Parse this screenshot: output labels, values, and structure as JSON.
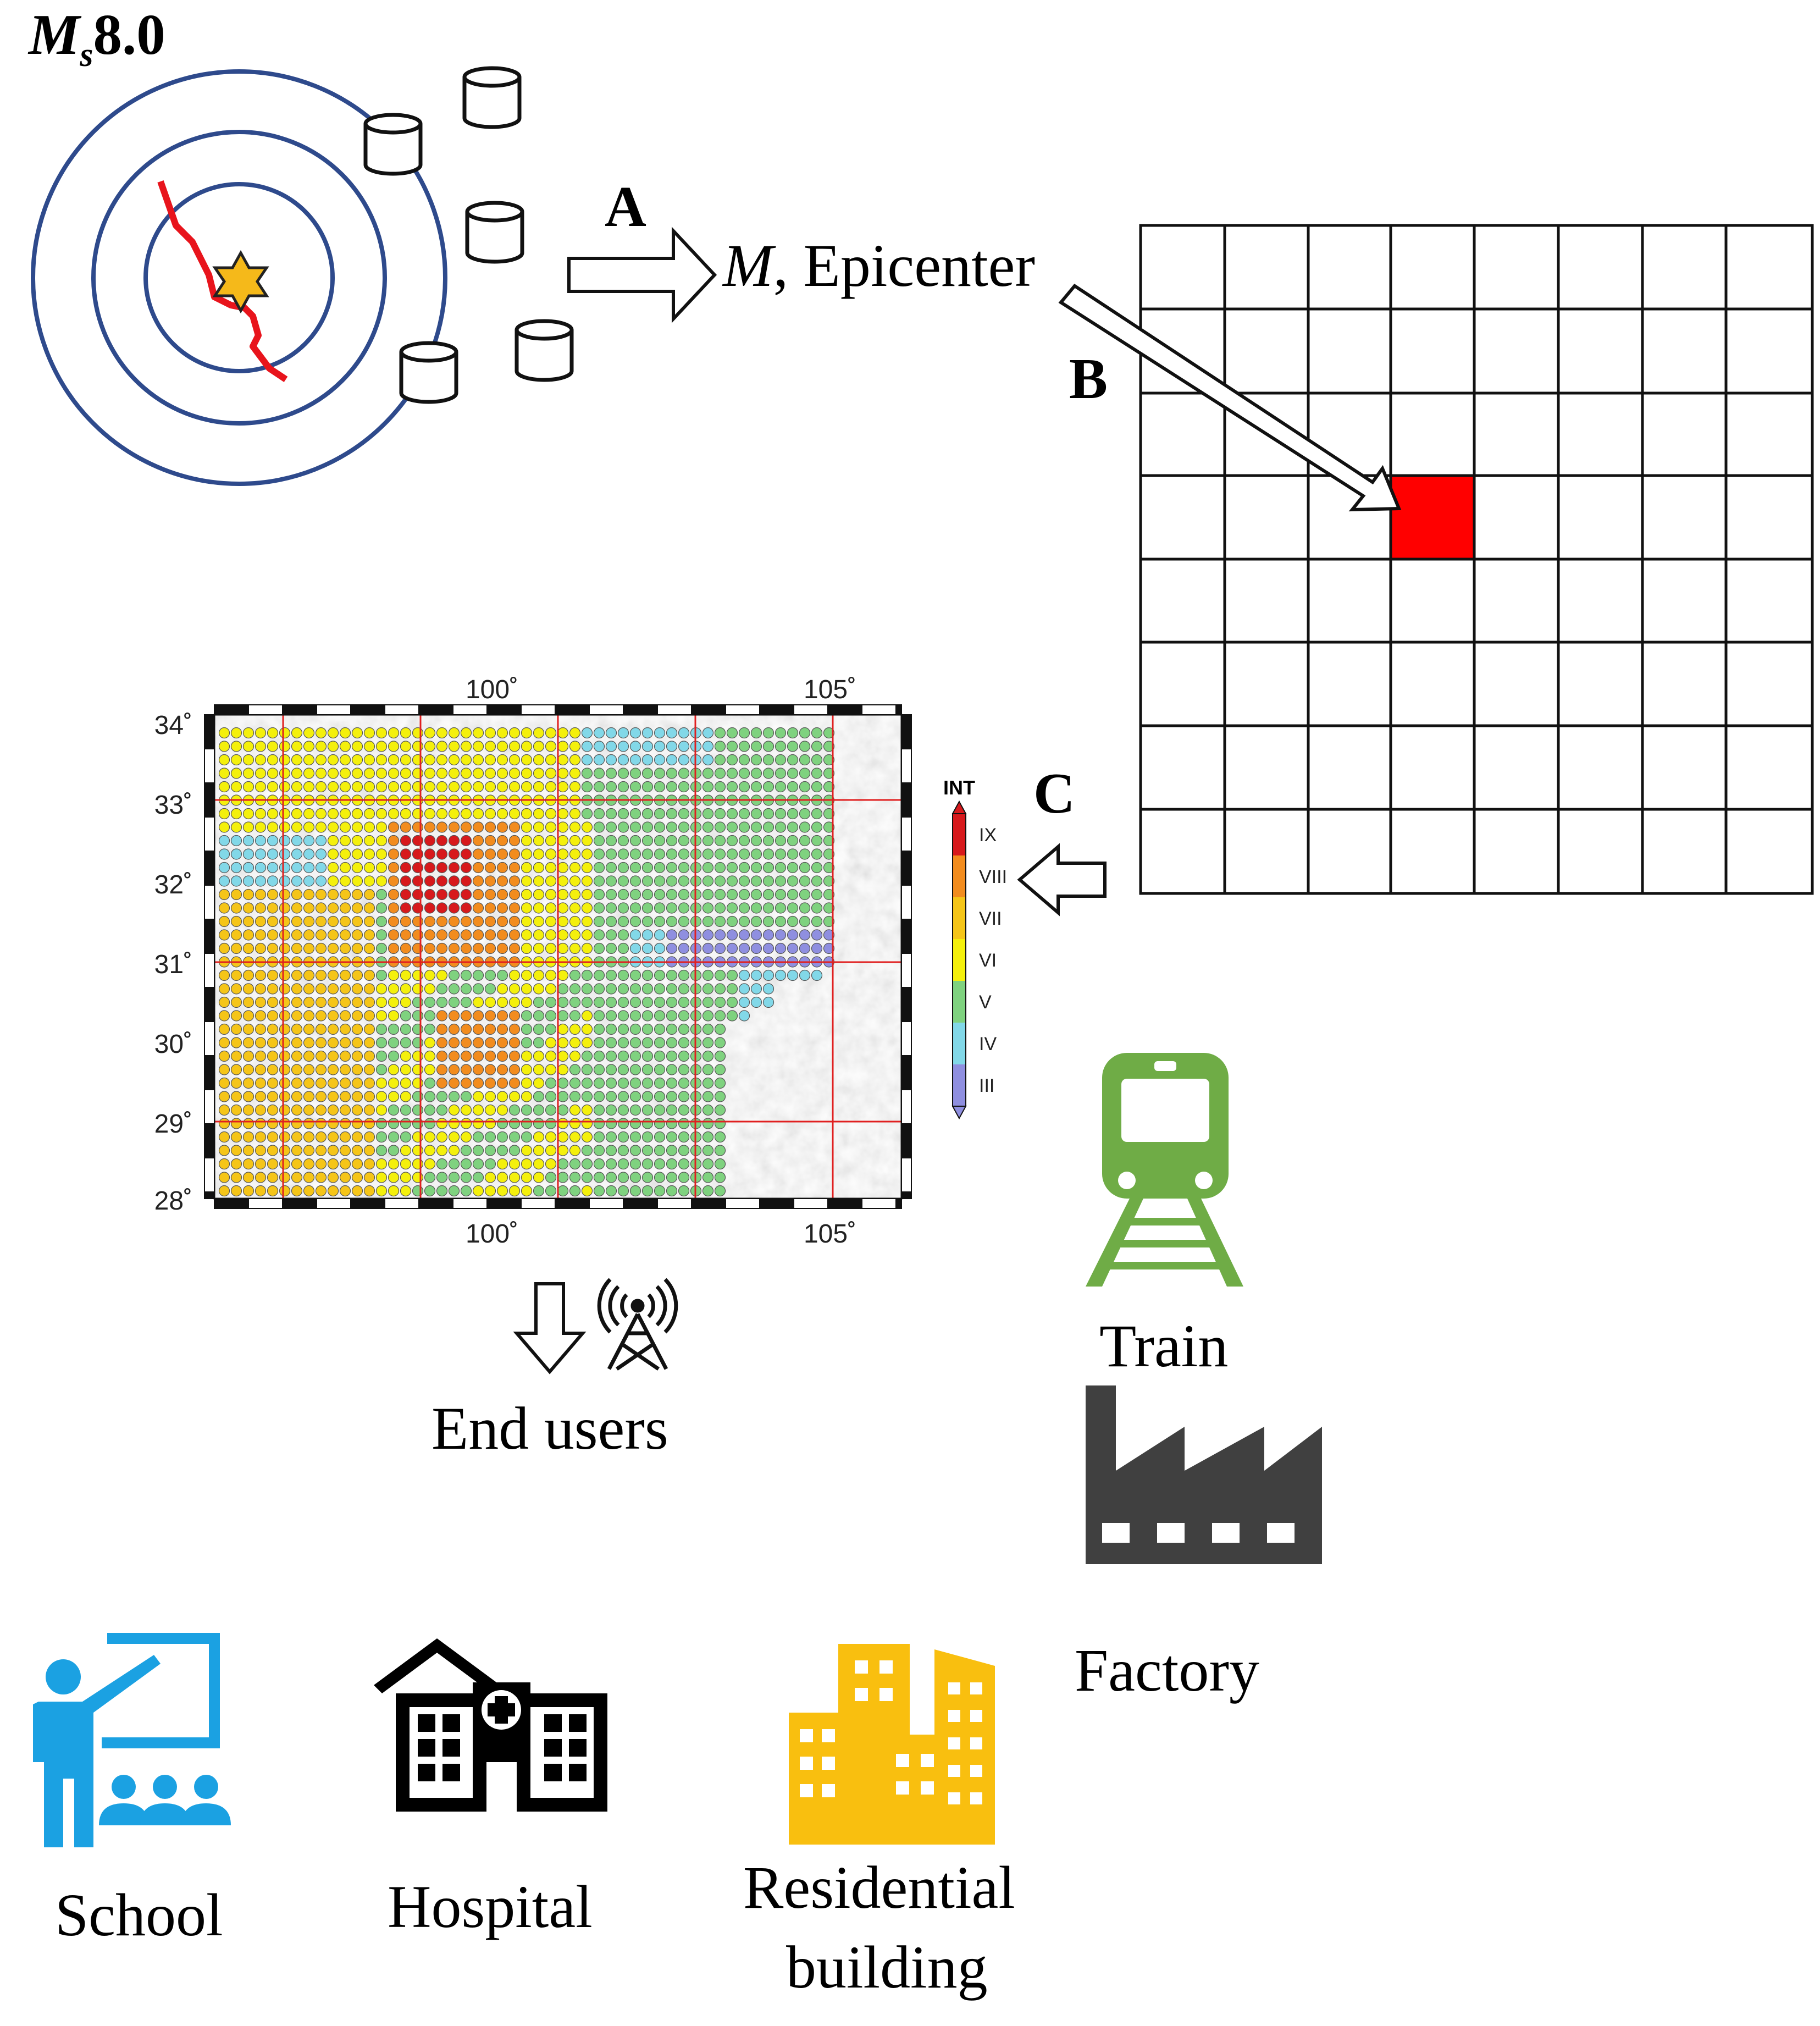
{
  "magnitude": {
    "symbol": "M",
    "subscript": "s",
    "value": "8.0"
  },
  "step_labels": {
    "a": "A",
    "b": "B",
    "c": "C"
  },
  "output_label": {
    "symbol": "M",
    "rest": ", Epicenter"
  },
  "map": {
    "x_ticks": [
      "100˚",
      "105˚"
    ],
    "y_ticks": [
      "34˚",
      "33˚",
      "32˚",
      "31˚",
      "30˚",
      "29˚",
      "28˚"
    ],
    "legend_title": "INT",
    "legend_levels": [
      "IX",
      "VIII",
      "VII",
      "VI",
      "V",
      "IV",
      "III"
    ],
    "colors": {
      "IX": "#d7191c",
      "VIII": "#f28c1e",
      "VII": "#f5c518",
      "VI": "#f4f00c",
      "V": "#7fd27f",
      "IV": "#82d8e8",
      "III": "#8f8fe0"
    }
  },
  "end_users_label": "End users",
  "users": {
    "train": "Train",
    "factory": "Factory",
    "school": "School",
    "hospital": "Hospital",
    "residential_line1": "Residential",
    "residential_line2": "building"
  },
  "icon_colors": {
    "train": "#6fac46",
    "factory": "#404040",
    "school": "#1ba1e2",
    "hospital": "#000000",
    "residential": "#f9bf0f"
  }
}
